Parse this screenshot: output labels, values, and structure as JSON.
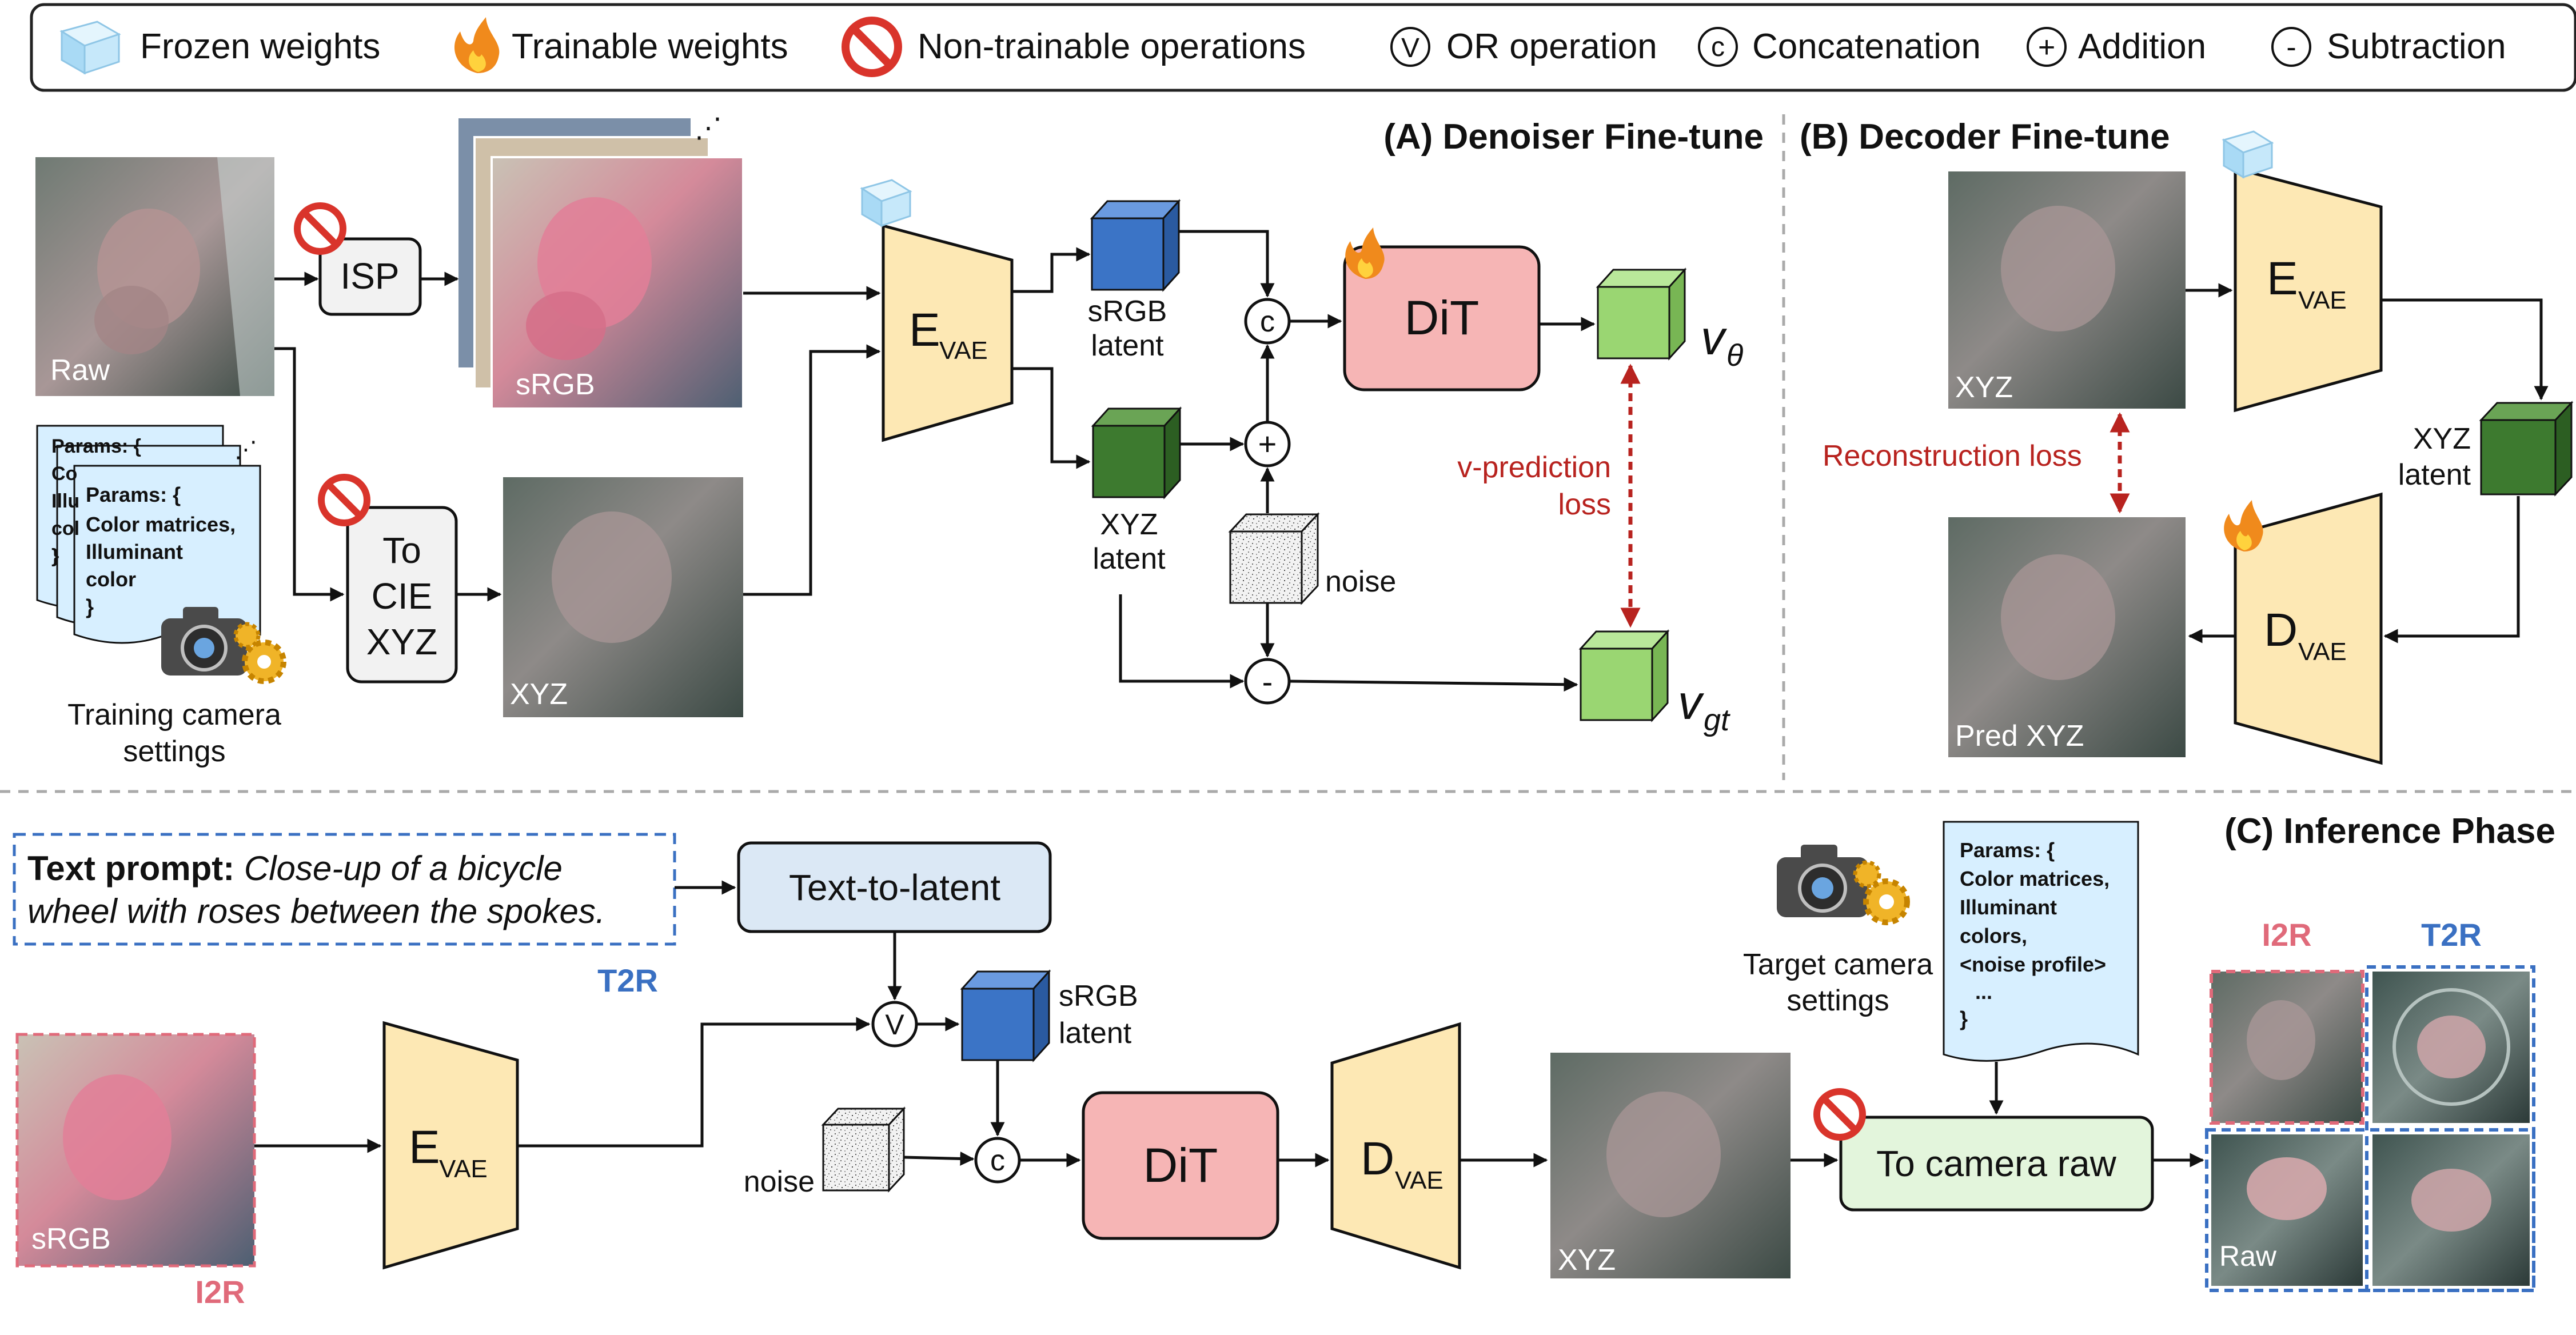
{
  "legend": {
    "frozen": "Frozen weights",
    "trainable": "Trainable weights",
    "non_trainable": "Non-trainable operations",
    "or_symbol": "V",
    "or_label": "OR operation",
    "concat_symbol": "c",
    "concat_label": "Concatenation",
    "add_symbol": "+",
    "add_label": "Addition",
    "sub_symbol": "-",
    "sub_label": "Subtraction"
  },
  "section_a": {
    "title": "(A) Denoiser Fine-tune",
    "raw_label": "Raw",
    "isp_label": "ISP",
    "srgb_img_label": "sRGB",
    "to_cie_lines": [
      "To",
      "CIE",
      "XYZ"
    ],
    "xyz_img_label": "XYZ",
    "params_lines": [
      "Params: {",
      "Color matrices,",
      "Illuminant",
      "color",
      "}"
    ],
    "params_back_lines": [
      "Params: {",
      "Co",
      "Illu",
      "col",
      "}"
    ],
    "camera_lines": [
      "Training camera",
      "settings"
    ],
    "encoder_main": "E",
    "encoder_sub": "VAE",
    "srgb_latent_lines": [
      "sRGB",
      "latent"
    ],
    "xyz_latent_lines": [
      "XYZ",
      "latent"
    ],
    "concat_symbol": "c",
    "add_symbol": "+",
    "sub_symbol": "-",
    "noise_label": "noise",
    "dit_label": "DiT",
    "v_theta_main": "v",
    "v_theta_sub": "θ",
    "v_gt_main": "v",
    "v_gt_sub": "gt",
    "loss_lines": [
      "v-prediction",
      "loss"
    ]
  },
  "section_b": {
    "title": "(B) Decoder Fine-tune",
    "xyz_img_label": "XYZ",
    "encoder_main": "E",
    "encoder_sub": "VAE",
    "xyz_latent_lines": [
      "XYZ",
      "latent"
    ],
    "recon_loss": "Reconstruction loss",
    "decoder_main": "D",
    "decoder_sub": "VAE",
    "pred_img_label": "Pred XYZ"
  },
  "section_c": {
    "title": "(C) Inference Phase",
    "prompt_bold": "Text prompt:",
    "prompt_line1": "Close-up of a bicycle",
    "prompt_line2": "wheel with roses between the spokes.",
    "t2r_label": "T2R",
    "text_to_latent": "Text-to-latent",
    "or_symbol": "V",
    "srgb_latent_lines": [
      "sRGB",
      "latent"
    ],
    "srgb_img_label": "sRGB",
    "i2r_label": "I2R",
    "encoder_main": "E",
    "encoder_sub": "VAE",
    "noise_label": "noise",
    "concat_symbol": "c",
    "dit_label": "DiT",
    "decoder_main": "D",
    "decoder_sub": "VAE",
    "xyz_img_label": "XYZ",
    "camera_lines": [
      "Target camera",
      "settings"
    ],
    "params_lines": [
      "Params: {",
      "Color matrices,",
      "Illuminant",
      "colors,",
      "<noise profile>",
      "...",
      "}"
    ],
    "to_camera_raw": "To camera raw",
    "out_i2r_label": "I2R",
    "out_t2r_label": "T2R",
    "out_raw_label": "Raw"
  },
  "colors": {
    "encoder_fill": "#fde8b4",
    "dit_fill": "#f6b5b5",
    "srgb_latent": "#3b74c6",
    "xyz_latent": "#3d7a2f",
    "v_cube": "#9ad672",
    "loss_red": "#b8231f",
    "t2r_blue": "#3a70c2",
    "i2r_pink": "#e06a7a",
    "text_to_latent_fill": "#dbe8f5",
    "to_camera_raw_fill": "#e3f5dc",
    "params_fill": "#d7efff"
  }
}
